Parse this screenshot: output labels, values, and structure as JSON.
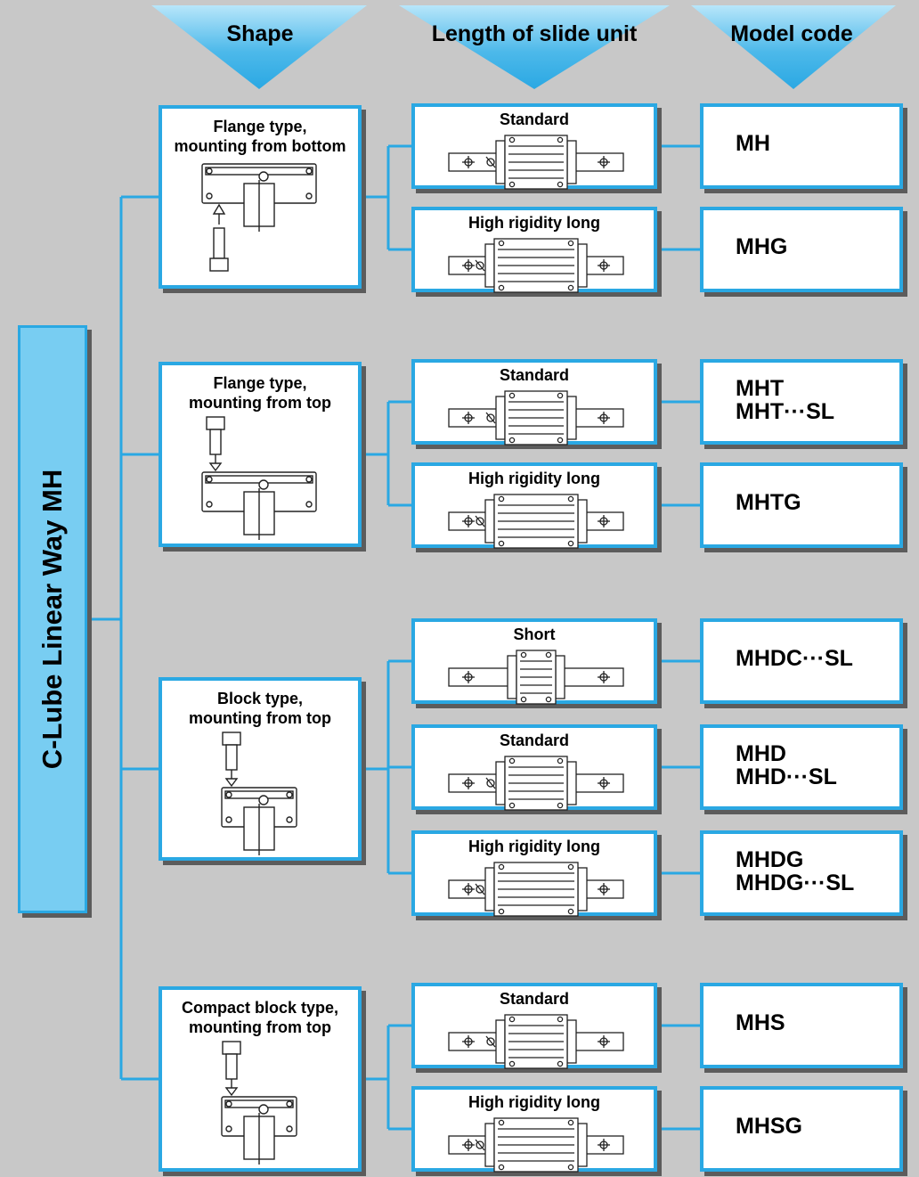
{
  "headers": {
    "shape": "Shape",
    "length": "Length of slide unit",
    "model": "Model code"
  },
  "title": "C-Lube Linear Way MH",
  "colors": {
    "background": "#c8c8c8",
    "accent": "#2aa8e3",
    "title_fill": "#78cdf2",
    "shadow": "#5c5c5c",
    "arrow_light": "#9fdcf7",
    "arrow_dark": "#2aa8e3"
  },
  "groups": [
    {
      "shape": "Flange type,\nmounting from bottom",
      "shape_icon": "flange-bottom-mount-icon",
      "options": [
        {
          "length": "Standard",
          "icon": "standard-slide-unit-icon",
          "model": "MH"
        },
        {
          "length": "High rigidity long",
          "icon": "long-slide-unit-icon",
          "model": "MHG"
        }
      ]
    },
    {
      "shape": "Flange type,\nmounting from top",
      "shape_icon": "flange-top-mount-icon",
      "options": [
        {
          "length": "Standard",
          "icon": "standard-slide-unit-icon",
          "model": "MHT\nMHT···SL"
        },
        {
          "length": "High rigidity long",
          "icon": "long-slide-unit-icon",
          "model": "MHTG"
        }
      ]
    },
    {
      "shape": "Block type,\nmounting from top",
      "shape_icon": "block-top-mount-icon",
      "options": [
        {
          "length": "Short",
          "icon": "short-slide-unit-icon",
          "model": "MHDC···SL"
        },
        {
          "length": "Standard",
          "icon": "standard-slide-unit-icon",
          "model": "MHD\nMHD···SL"
        },
        {
          "length": "High rigidity long",
          "icon": "long-slide-unit-icon",
          "model": "MHDG\nMHDG···SL"
        }
      ]
    },
    {
      "shape": "Compact block type,\nmounting from top",
      "shape_icon": "compact-block-top-mount-icon",
      "options": [
        {
          "length": "Standard",
          "icon": "standard-slide-unit-icon",
          "model": "MHS"
        },
        {
          "length": "High rigidity long",
          "icon": "long-slide-unit-icon",
          "model": "MHSG"
        }
      ]
    }
  ]
}
